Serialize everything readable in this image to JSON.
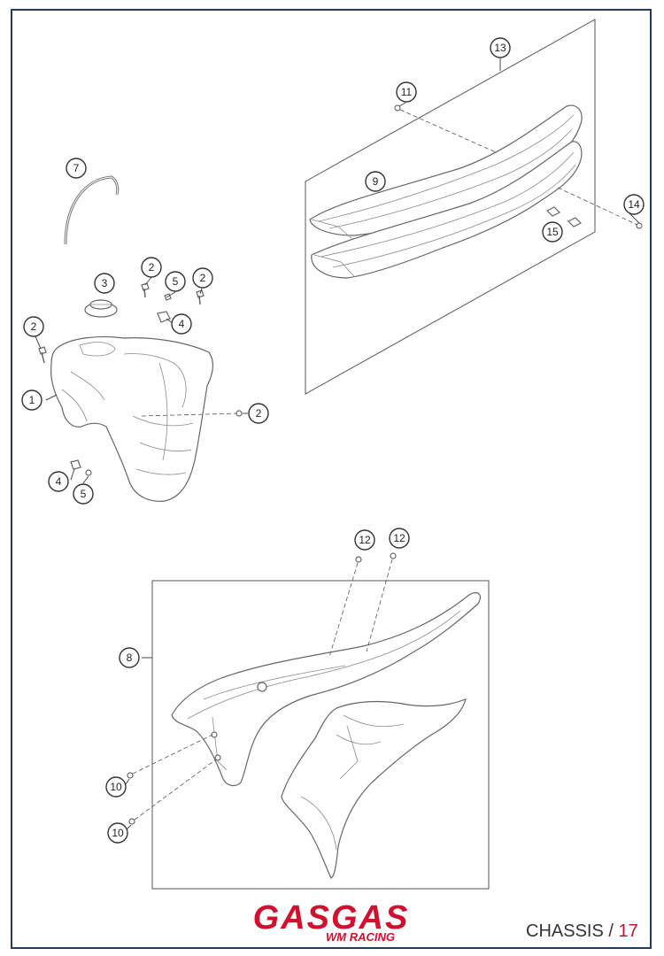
{
  "brand": {
    "name": "GASGAS",
    "subtitle": "WM RACING"
  },
  "footer": {
    "section": "CHASSIS",
    "separator": " / ",
    "page": "17"
  },
  "callouts": [
    "13",
    "11",
    "9",
    "14",
    "15",
    "7",
    "2",
    "3",
    "5",
    "2",
    "2",
    "4",
    "1",
    "2",
    "4",
    "5",
    "12",
    "12",
    "8",
    "10",
    "10"
  ]
}
